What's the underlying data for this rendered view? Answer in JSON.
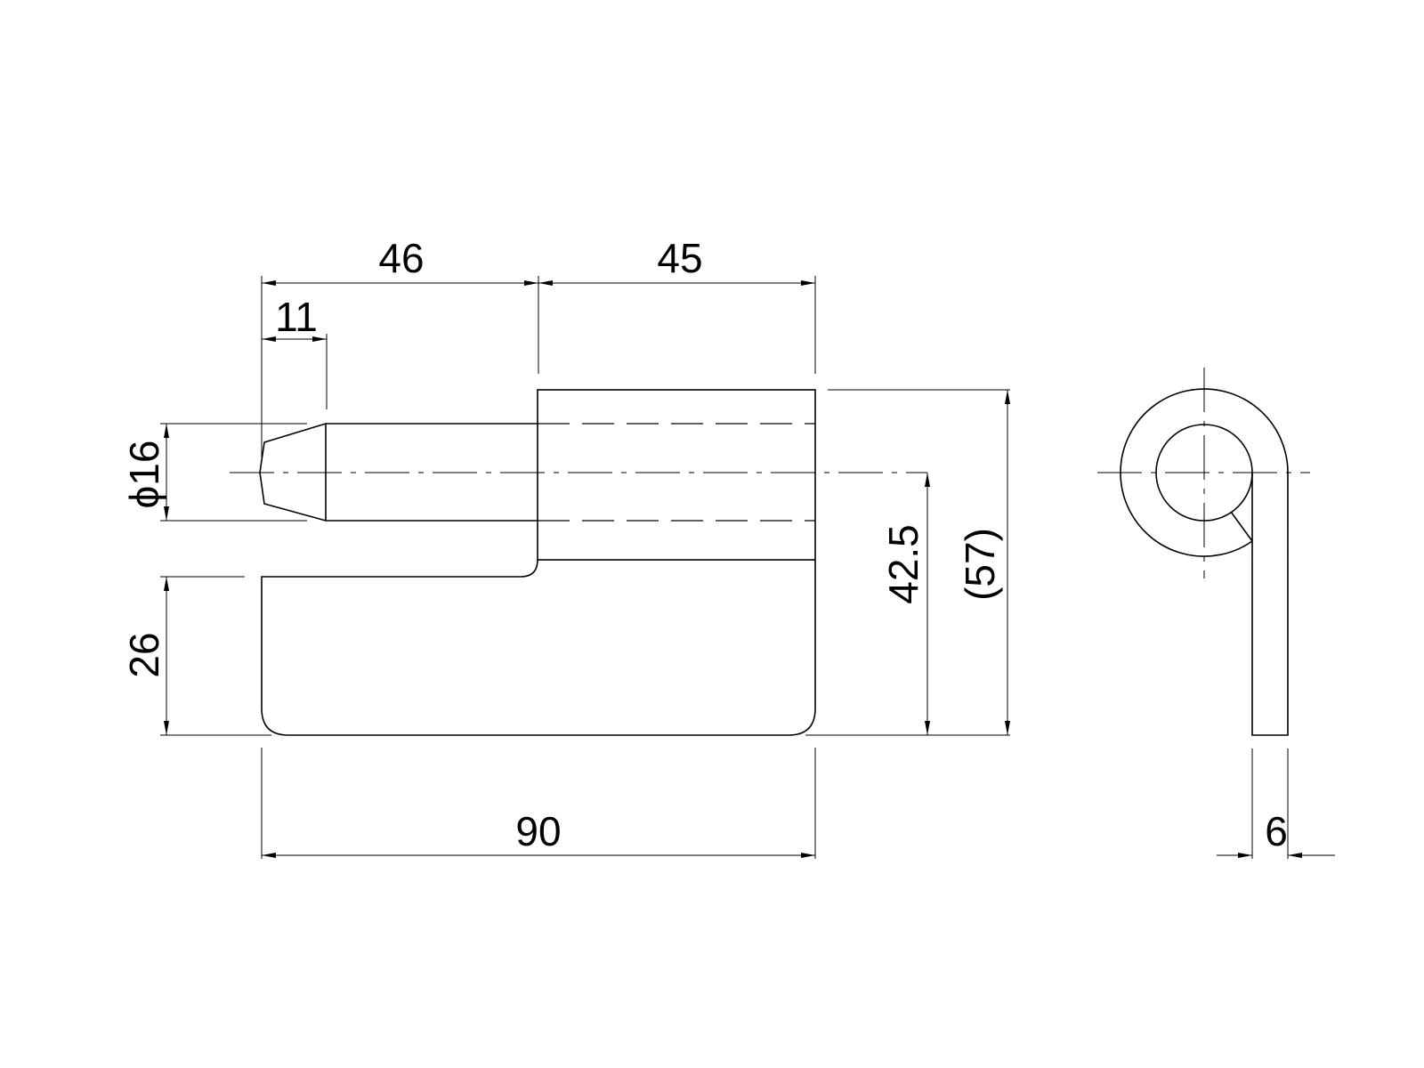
{
  "drawing": {
    "front_view": {
      "dim_pin_length": "46",
      "dim_barrel_length": "45",
      "dim_chamfer": "11",
      "dim_pin_diameter": "ϕ16",
      "dim_leaf_height": "26",
      "dim_total_width": "90",
      "dim_center_height": "42.5",
      "dim_total_height": "(57)"
    },
    "side_view": {
      "dim_thickness": "6"
    }
  }
}
